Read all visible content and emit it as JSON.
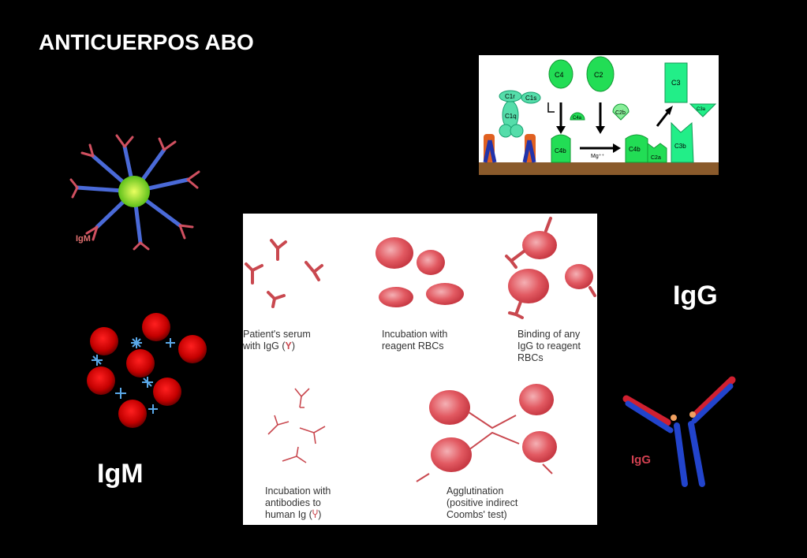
{
  "slide": {
    "title": "ANTICUERPOS ABO",
    "label_igg": "IgG",
    "label_igm": "IgM"
  },
  "igm_figure": {
    "tag": "IgM"
  },
  "igg_figure": {
    "tag": "IgG"
  },
  "complement": {
    "c4": "C4",
    "c2": "C2",
    "c3": "C3",
    "c1r": "C1r",
    "c1s": "C1s",
    "c1q": "C1q",
    "c4a": "C4a",
    "c2b": "C2b",
    "c3a": "C3a",
    "c4b_1": "C4b",
    "c4b_2": "C4b",
    "c2a": "C2a",
    "c3b": "C3b",
    "mg": "Mg⁺⁺"
  },
  "coombs": {
    "cap1": "Patient's serum\nwith IgG (",
    "cap1_end": ")",
    "cap2": "Incubation with\nreagent RBCs",
    "cap3": "Binding of any\nIgG to reagent\nRBCs",
    "cap4": "Incubation with\nantibodies to\nhuman Ig (",
    "cap4_end": ")",
    "cap5": "Agglutination\n(positive indirect\nCoombs' test)"
  },
  "colors": {
    "background": "#000000",
    "rbc": "#e05a60",
    "complement_green": "#22dd55",
    "ground": "#8a5a2b"
  }
}
